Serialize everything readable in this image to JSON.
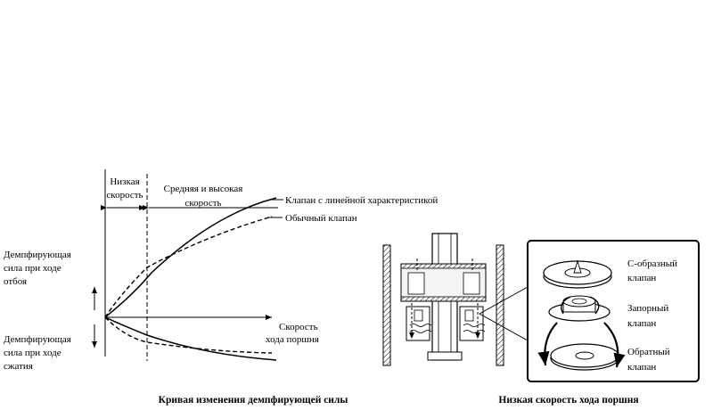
{
  "graph": {
    "region_low_line1": "Низкая",
    "region_low_line2": "скорость",
    "region_mid_line1": "Средняя и высокая",
    "region_mid_line2": "скорость",
    "legend_linear": "Клапан с линейной характеристикой",
    "legend_normal": "Обычный клапан",
    "y_top_line1": "Демпфирующая",
    "y_top_line2": "сила при ходе",
    "y_top_line3": "отбоя",
    "y_bottom_line1": "Демпфирующая",
    "y_bottom_line2": "сила при ходе",
    "y_bottom_line3": "сжатия",
    "x_label_line1": "Скорость",
    "x_label_line2": "хода поршня",
    "caption": "Кривая изменения демпфирующей силы"
  },
  "valve": {
    "label_c_line1": "С-образный",
    "label_c_line2": "клапан",
    "label_check_line1": "Запорный",
    "label_check_line2": "клапан",
    "label_return_line1": "Обратный",
    "label_return_line2": "клапан",
    "caption": "Низкая скорость хода поршня"
  }
}
